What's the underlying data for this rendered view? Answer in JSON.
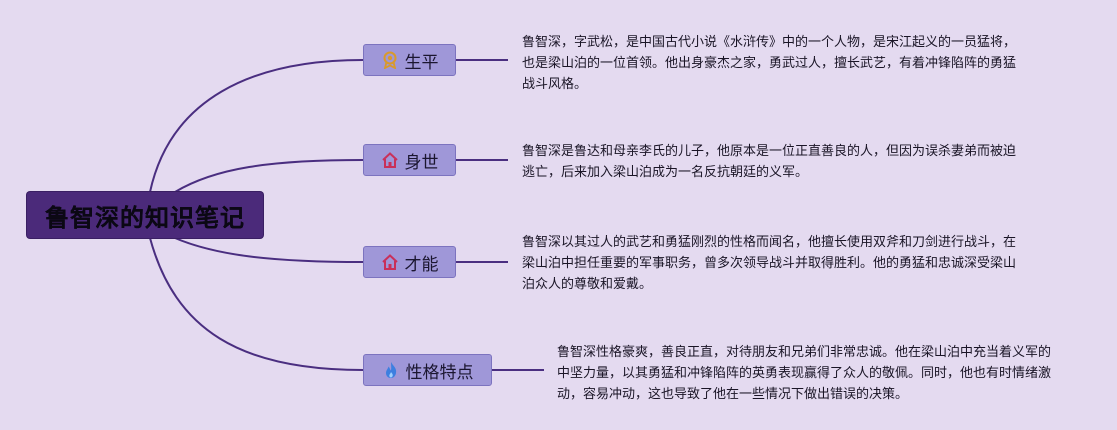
{
  "root": {
    "label": "鲁智深的知识笔记"
  },
  "branches": [
    {
      "label": "生平",
      "icon": "award-medal-icon",
      "text": "鲁智深，字武松，是中国古代小说《水浒传》中的一个人物，是宋江起义的一员猛将，也是梁山泊的一位首领。他出身豪杰之家，勇武过人，擅长武艺，有着冲锋陷阵的勇猛战斗风格。"
    },
    {
      "label": "身世",
      "icon": "home-icon",
      "text": "鲁智深是鲁达和母亲李氏的儿子，他原本是一位正直善良的人，但因为误杀妻弟而被迫逃亡，后来加入梁山泊成为一名反抗朝廷的义军。"
    },
    {
      "label": "才能",
      "icon": "home-icon",
      "text": "鲁智深以其过人的武艺和勇猛刚烈的性格而闻名，他擅长使用双斧和刀剑进行战斗，在梁山泊中担任重要的军事职务，曾多次领导战斗并取得胜利。他的勇猛和忠诚深受梁山泊众人的尊敬和爱戴。"
    },
    {
      "label": "性格特点",
      "icon": "fire-icon",
      "text": "鲁智深性格豪爽，善良正直，对待朋友和兄弟们非常忠诚。他在梁山泊中充当着义军的中坚力量，以其勇猛和冲锋陷阵的英勇表现赢得了众人的敬佩。同时，他也有时情绪激动，容易冲动，这也导致了他在一些情况下做出错误的决策。"
    }
  ],
  "colors": {
    "background": "#e4daf0",
    "root_fill": "#4b2a7a",
    "branch_fill": "#9f97d8",
    "line": "#4a2e80"
  }
}
